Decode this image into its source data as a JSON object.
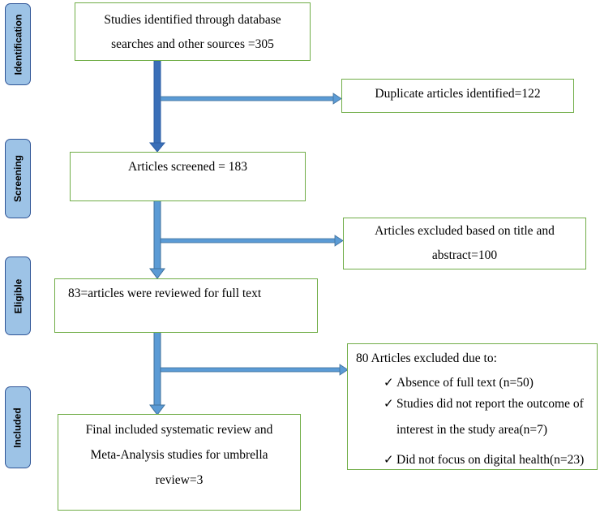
{
  "phases": [
    {
      "label": "Identification"
    },
    {
      "label": "Screening"
    },
    {
      "label": "Eligible"
    },
    {
      "label": "Included"
    }
  ],
  "boxes": {
    "identified": {
      "lines": [
        "Studies identified through database",
        "searches and other sources =305"
      ]
    },
    "duplicates": {
      "text": "Duplicate articles identified=122"
    },
    "screened": {
      "text": "Articles screened = 183"
    },
    "title_excluded": {
      "lines": [
        "Articles excluded based on title and",
        "abstract=100"
      ]
    },
    "full_text": {
      "text": "83=articles were reviewed for full text"
    },
    "full_text_excluded": {
      "heading": "80 Articles excluded due to:",
      "check_glyph": "✓",
      "items": [
        {
          "lines": [
            "Absence of full text (n=50)"
          ]
        },
        {
          "lines": [
            "Studies did not report the outcome of",
            "interest in the study area(n=7)"
          ]
        },
        {
          "lines": [
            "Did not focus on digital health(n=23)"
          ]
        }
      ]
    },
    "included": {
      "lines": [
        "Final included systematic review and",
        "Meta-Analysis studies for umbrella",
        "review=3"
      ]
    }
  },
  "colors": {
    "box_border": "#70ad47",
    "phase_fill": "#9dc3e6",
    "phase_border": "#2f5597",
    "arrow_dark": "#2e5fa5",
    "arrow_light": "#5b9bd5"
  }
}
